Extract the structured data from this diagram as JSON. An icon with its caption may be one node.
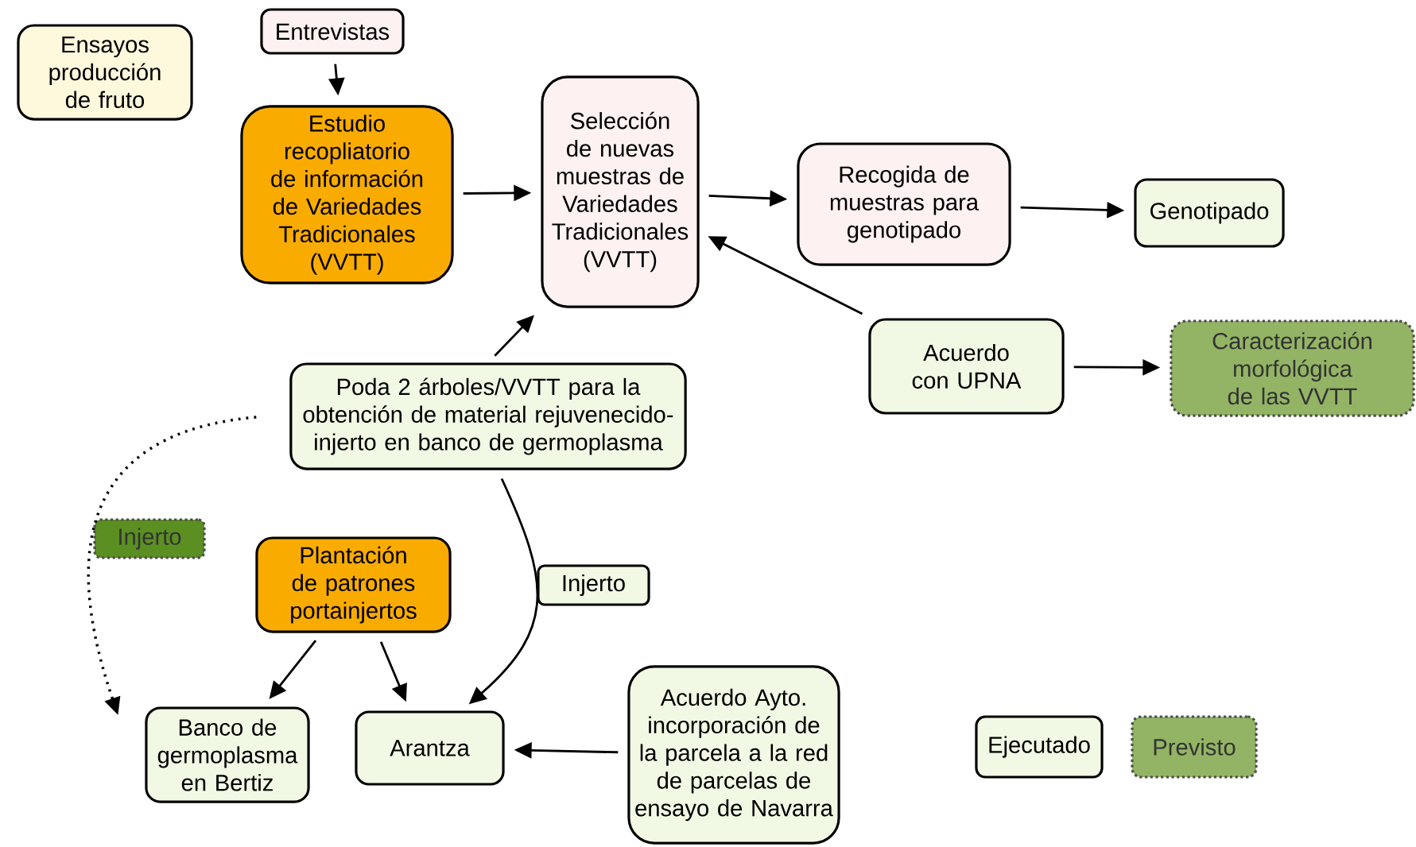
{
  "diagram": {
    "nodes": [
      {
        "text": [
          "Ensayos producción de fruto"
        ]
      },
      {
        "text": [
          "Entrevistas"
        ]
      },
      {
        "text": [
          "Estudio recopliatorio de información de Variedades Tradicionales (VVTT)"
        ]
      },
      {
        "text": [
          "Selección de nuevas muestras de Variedades Tradicionales (VVTT)"
        ]
      },
      {
        "text": [
          "Recogida de muestras para genotipado"
        ]
      },
      {
        "text": [
          "Genotipado"
        ]
      },
      {
        "text": [
          "Poda 2 árboles/VVTT para la obtención de material rejuvenecido-injerto en banco de germoplasma"
        ]
      },
      {
        "text": [
          "Acuerdo con UPNA"
        ]
      },
      {
        "text": [
          "Caracterización morfológica de las VVTT"
        ]
      },
      {
        "text": [
          "Injerto"
        ]
      },
      {
        "text": [
          "Plantación de patrones portainjertos"
        ]
      },
      {
        "text": [
          "Injerto"
        ]
      },
      {
        "text": [
          "Banco de germoplasma en Bertiz"
        ]
      },
      {
        "text": [
          "Arantza"
        ]
      },
      {
        "text": [
          "Acuerdo Ayto. incorporación de la parcela a la red de parcelas de ensayo de Navarra"
        ]
      },
      {
        "text": [
          "Ejecutado"
        ]
      },
      {
        "text": [
          "Previsto"
        ]
      }
    ],
    "edges": [
      {
        "from": 1,
        "to": 2,
        "arrow": "to"
      },
      {
        "from": 2,
        "to": 3,
        "arrow": "to"
      },
      {
        "from": 3,
        "to": 4,
        "arrow": "to"
      },
      {
        "from": 4,
        "to": 5,
        "arrow": "to"
      },
      {
        "from": 7,
        "to": 3,
        "arrow": "to"
      },
      {
        "from": 7,
        "to": 8,
        "arrow": "to"
      },
      {
        "from": 6,
        "to": 3,
        "arrow": "to"
      },
      {
        "from": 6,
        "to": 13,
        "arrow": "to"
      },
      {
        "from": 10,
        "to": 12,
        "arrow": "to"
      },
      {
        "from": 10,
        "to": 13,
        "arrow": "to"
      },
      {
        "from": 14,
        "to": 13,
        "arrow": "to"
      },
      {
        "from": 6,
        "to": 12,
        "arrow": "to",
        "style": "dashed"
      }
    ]
  }
}
